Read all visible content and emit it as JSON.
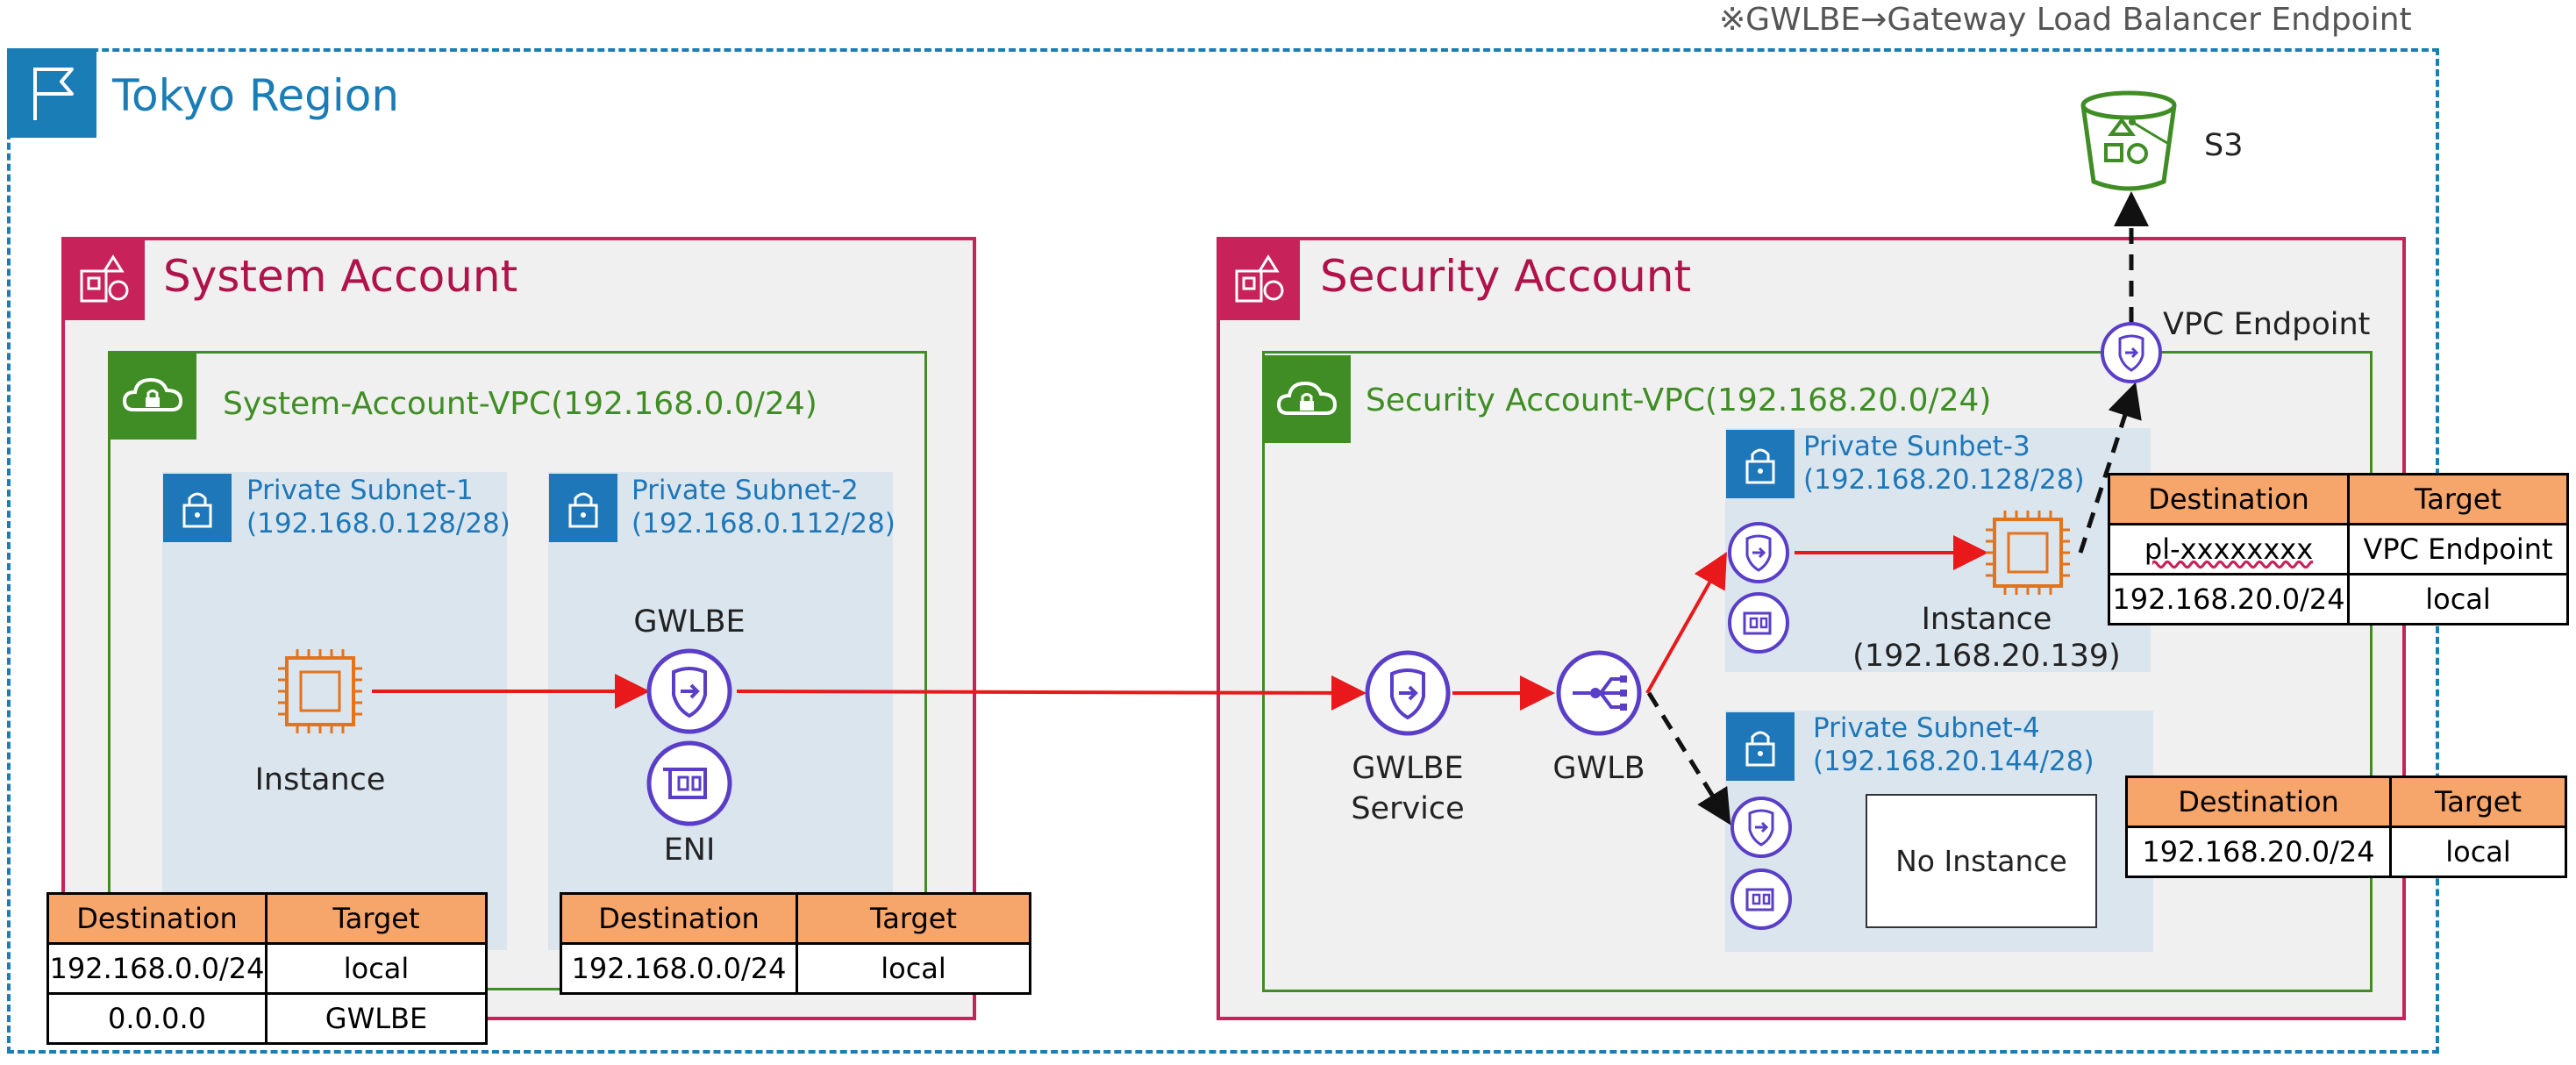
{
  "note": "※GWLBE→Gateway Load Balancer Endpoint",
  "region": {
    "title": "Tokyo Region"
  },
  "system_account": {
    "title": "System Account",
    "vpc_title": "System-Account-VPC(192.168.0.0/24)",
    "subnet1": {
      "line1": "Private Subnet-1",
      "line2": "(192.168.0.128/28)"
    },
    "subnet2": {
      "line1": "Private Subnet-2",
      "line2": "(192.168.0.112/28)"
    },
    "instance_label": "Instance",
    "gwlbe_label": "GWLBE",
    "eni_label": "ENI"
  },
  "security_account": {
    "title": "Security Account",
    "vpc_title": "Security Account-VPC(192.168.20.0/24)",
    "subnet3": {
      "line1": "Private Sunbet-3",
      "line2": "(192.168.20.128/28)"
    },
    "subnet4": {
      "line1": "Private Subnet-4",
      "line2": "(192.168.20.144/28)"
    },
    "instance_label": "Instance",
    "instance_ip": "(192.168.20.139)",
    "gwlbe_service_line1": "GWLBE",
    "gwlbe_service_line2": "Service",
    "gwlb_label": "GWLB",
    "no_instance": "No Instance",
    "vpc_endpoint_label": "VPC Endpoint",
    "s3_label": "S3"
  },
  "tables": {
    "headers": {
      "destination": "Destination",
      "target": "Target"
    },
    "subnet1_rt": [
      [
        "192.168.0.0/24",
        "local"
      ],
      [
        "0.0.0.0",
        "GWLBE"
      ]
    ],
    "subnet2_rt": [
      [
        "192.168.0.0/24",
        "local"
      ]
    ],
    "subnet3_rt": [
      [
        "pl-xxxxxxxx",
        "VPC Endpoint"
      ],
      [
        "192.168.20.0/24",
        "local"
      ]
    ],
    "subnet4_rt": [
      [
        "192.168.20.0/24",
        "local"
      ]
    ]
  },
  "colors": {
    "region": "#1a7db5",
    "account": "#c7225a",
    "vpc": "#3f8d24",
    "subnet": "#1d77b8",
    "compute": "#e3741d",
    "networking": "#5a3ec8",
    "storage": "#3f8d24",
    "traffic_arrow": "#e8181b",
    "header_fill": "#f6a56b"
  },
  "icons": [
    "region-flag-icon",
    "account-icon",
    "vpc-cloud-icon",
    "subnet-lock-icon",
    "ec2-instance-icon",
    "gwlb-endpoint-icon",
    "eni-icon",
    "gwlb-icon",
    "s3-bucket-icon"
  ]
}
